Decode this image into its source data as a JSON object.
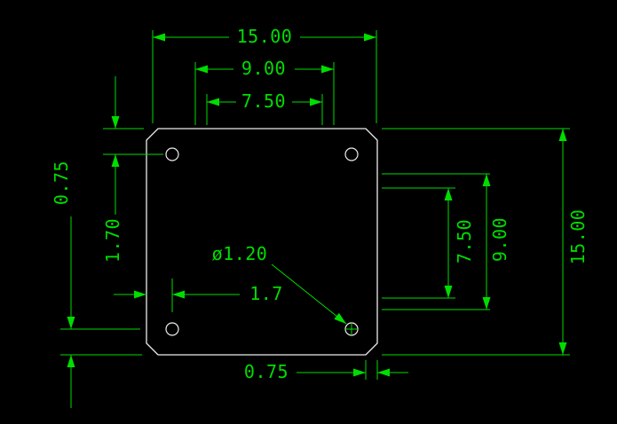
{
  "window": {
    "title": "CAD dimensioned part drawing"
  },
  "colors": {
    "background": "#000000",
    "dimension_green": "#00dd00",
    "outline_white": "#ededed"
  },
  "part": {
    "shape": "square plate with chamfered corners",
    "hole_count": 4
  },
  "dimensions": {
    "top_outer": {
      "label": "15.00"
    },
    "top_middle": {
      "label": "9.00"
    },
    "top_inner": {
      "label": "7.50"
    },
    "left_upper": {
      "label": "0.75"
    },
    "left_lower": {
      "label": "1.70"
    },
    "hole_offset": {
      "label": "1.7"
    },
    "hole_callout": {
      "label": "ø1.20"
    },
    "bottom": {
      "label": "0.75"
    },
    "right_inner": {
      "label": "7.50"
    },
    "right_middle": {
      "label": "9.00"
    },
    "right_outer": {
      "label": "15.00"
    }
  }
}
